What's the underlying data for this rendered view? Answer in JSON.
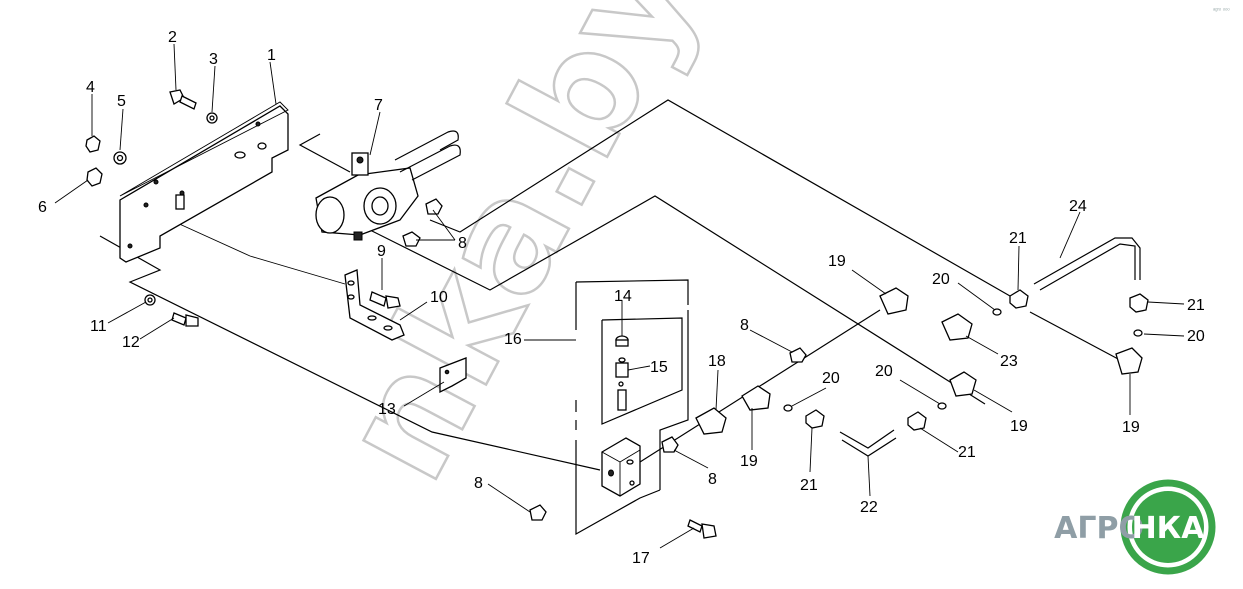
{
  "watermark": "nka.by",
  "corner_mark": "ᵃᵍʳᵒ ᵒᵒᵒ",
  "logo": {
    "text_left": "АГРО",
    "text_right": "НКА",
    "green": "#3aa54a",
    "gray": "#8f9ea6"
  },
  "callouts": [
    "1",
    "2",
    "3",
    "4",
    "5",
    "6",
    "7",
    "8",
    "8",
    "8",
    "8",
    "9",
    "10",
    "11",
    "12",
    "13",
    "14",
    "15",
    "16",
    "17",
    "18",
    "19",
    "19",
    "19",
    "19",
    "20",
    "20",
    "20",
    "20",
    "21",
    "21",
    "21",
    "21",
    "22",
    "23",
    "24"
  ]
}
